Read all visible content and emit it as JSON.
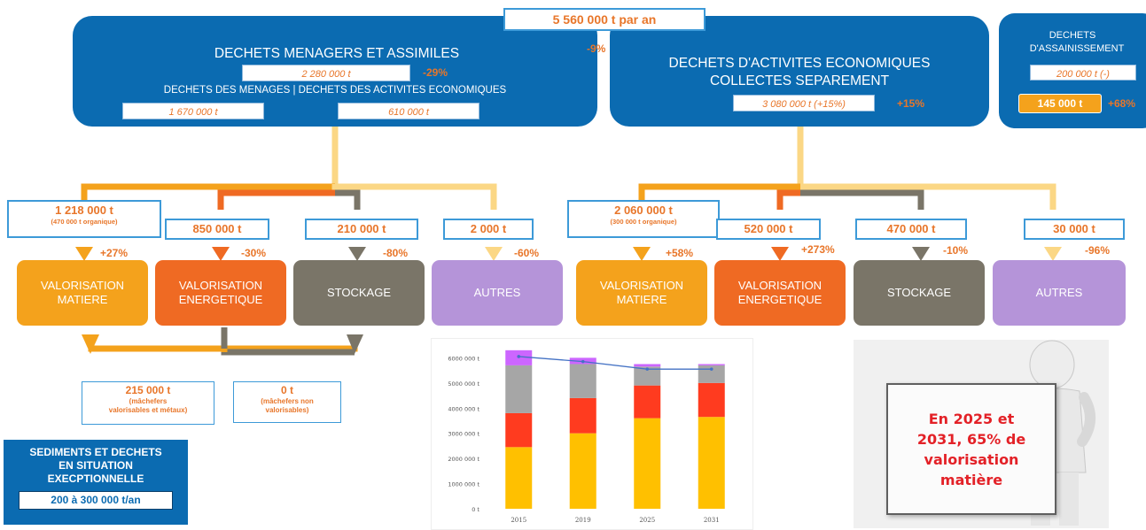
{
  "header": {
    "total": "5 560 000 t par an",
    "total_change": "-9%"
  },
  "dma": {
    "title": "DECHETS MENAGERS ET ASSIMILES",
    "value": "2 280 000 t",
    "change": "-29%",
    "subtitle": "DECHETS DES MENAGES | DECHETS DES ACTIVITES ECONOMIQUES",
    "menages": "1 670 000 t",
    "activites": "610 000 t"
  },
  "dae": {
    "title_line1": "DECHETS D'ACTIVITES ECONOMIQUES",
    "title_line2": "COLLECTES SEPAREMENT",
    "value": "3 080 000 t (+15%)",
    "change": "+15%"
  },
  "assainissement": {
    "title_line1": "DECHETS",
    "title_line2": "D'ASSAINISSEMENT",
    "value": "200 000 t (-)",
    "value2": "145 000 t",
    "change": "+68%"
  },
  "left_flows": [
    {
      "value": "1 218 000 t",
      "sub": "(470 000 t organique)",
      "pct": "+27%",
      "label1": "VALORISATION",
      "label2": "MATIERE"
    },
    {
      "value": "850 000 t",
      "sub": "",
      "pct": "-30%",
      "label1": "VALORISATION",
      "label2": "ENERGETIQUE"
    },
    {
      "value": "210 000 t",
      "sub": "",
      "pct": "-80%",
      "label1": "STOCKAGE",
      "label2": ""
    },
    {
      "value": "2 000 t",
      "sub": "",
      "pct": "-60%",
      "label1": "AUTRES",
      "label2": ""
    }
  ],
  "right_flows": [
    {
      "value": "2 060 000 t",
      "sub": "(300 000 t organique)",
      "pct": "+58%",
      "label1": "VALORISATION",
      "label2": "MATIERE"
    },
    {
      "value": "520 000 t",
      "sub": "",
      "pct": "+273%",
      "label1": "VALORISATION",
      "label2": "ENERGETIQUE"
    },
    {
      "value": "470 000 t",
      "sub": "",
      "pct": "-10%",
      "label1": "STOCKAGE",
      "label2": ""
    },
    {
      "value": "30 000 t",
      "sub": "",
      "pct": "-96%",
      "label1": "AUTRES",
      "label2": ""
    }
  ],
  "machefers": {
    "valorisables_value": "215 000 t",
    "valorisables_line1": "(mâchefers",
    "valorisables_line2": "valorisables  et métaux)",
    "non_value": "0 t",
    "non_line1": "(mâchefers non",
    "non_line2": "valorisables)"
  },
  "sediments": {
    "line1": "SEDIMENTS ET DECHETS",
    "line2": "EN SITUATION",
    "line3": "EXECPTIONNELLE",
    "value": "200 à 300 000 t/an"
  },
  "message": {
    "line1": "En 2025 et",
    "line2": "2031, 65% de",
    "line3": "valorisation",
    "line4": "matière"
  },
  "colors": {
    "blue": "#0b6bb1",
    "orange_text": "#e8762a",
    "matiere": "#f4a21c",
    "energetique": "#ef6a23",
    "stockage": "#7a7568",
    "autres": "#b594d9"
  },
  "chart_data": {
    "type": "bar",
    "stacked": true,
    "categories": [
      "2015",
      "2019",
      "2025",
      "2031"
    ],
    "y_ticks": [
      "0 t",
      "1000 000 t",
      "2000 000 t",
      "3000 000 t",
      "4000 000 t",
      "5000 000 t",
      "6000 000 t"
    ],
    "ylim": [
      0,
      6400000
    ],
    "series": [
      {
        "color": "#ffc000",
        "values": [
          2450000,
          3000000,
          3600000,
          3650000
        ]
      },
      {
        "color": "#ff3b1f",
        "values": [
          1350000,
          1400000,
          1300000,
          1350000
        ]
      },
      {
        "color": "#a6a6a6",
        "values": [
          1900000,
          1350000,
          750000,
          700000
        ]
      },
      {
        "color": "#cc66ff",
        "values": [
          600000,
          250000,
          100000,
          50000
        ]
      }
    ],
    "line": {
      "color": "#4472c4",
      "values": [
        6050000,
        5850000,
        5550000,
        5550000
      ]
    },
    "legend": "none",
    "grid": false
  }
}
